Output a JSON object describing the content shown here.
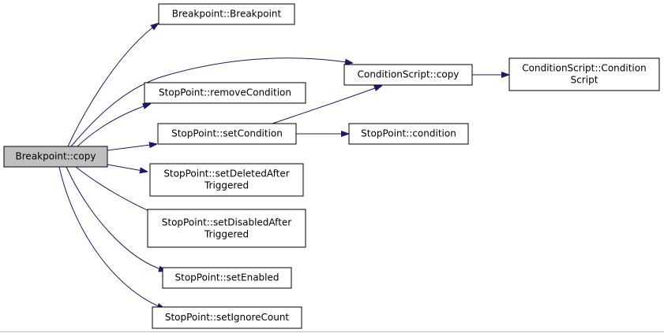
{
  "diagram": {
    "colors": {
      "edge": "#191970",
      "root_fill": "#bfbfbf",
      "node_fill": "#ffffff",
      "node_border": "#000000"
    },
    "nodes": [
      {
        "id": "n0",
        "lines": [
          "Breakpoint::copy"
        ],
        "root": true
      },
      {
        "id": "n1",
        "lines": [
          "Breakpoint::Breakpoint"
        ]
      },
      {
        "id": "n2",
        "lines": [
          "ConditionScript::copy"
        ]
      },
      {
        "id": "n3",
        "lines": [
          "ConditionScript::Condition",
          "Script"
        ]
      },
      {
        "id": "n4",
        "lines": [
          "StopPoint::removeCondition"
        ]
      },
      {
        "id": "n5",
        "lines": [
          "StopPoint::setCondition"
        ]
      },
      {
        "id": "n6",
        "lines": [
          "StopPoint::condition"
        ]
      },
      {
        "id": "n7",
        "lines": [
          "StopPoint::setDeletedAfter",
          "Triggered"
        ]
      },
      {
        "id": "n8",
        "lines": [
          "StopPoint::setDisabledAfter",
          "Triggered"
        ]
      },
      {
        "id": "n9",
        "lines": [
          "StopPoint::setEnabled"
        ]
      },
      {
        "id": "n10",
        "lines": [
          "StopPoint::setIgnoreCount"
        ]
      }
    ],
    "edges": [
      {
        "from": "n0",
        "to": "n1"
      },
      {
        "from": "n0",
        "to": "n2"
      },
      {
        "from": "n0",
        "to": "n4"
      },
      {
        "from": "n0",
        "to": "n5"
      },
      {
        "from": "n0",
        "to": "n7"
      },
      {
        "from": "n0",
        "to": "n8"
      },
      {
        "from": "n0",
        "to": "n9"
      },
      {
        "from": "n0",
        "to": "n10"
      },
      {
        "from": "n2",
        "to": "n3"
      },
      {
        "from": "n5",
        "to": "n2"
      },
      {
        "from": "n5",
        "to": "n6"
      }
    ]
  }
}
